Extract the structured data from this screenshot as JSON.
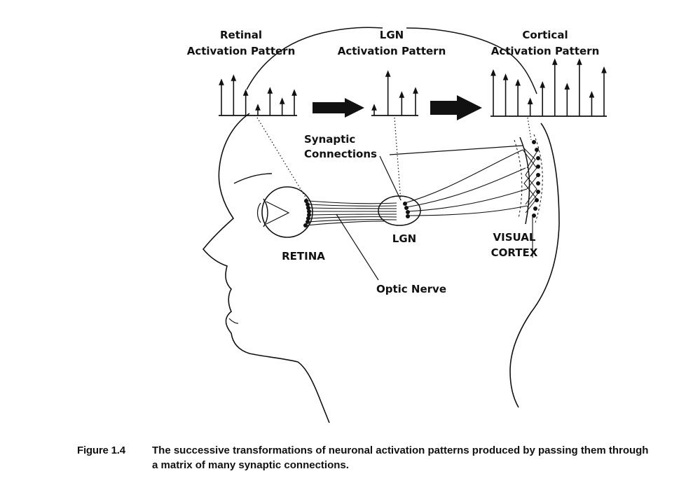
{
  "labels": {
    "retinal_line1": "Retinal",
    "retinal_line2": "Activation  Pattern",
    "lgn_pattern_line1": "LGN",
    "lgn_pattern_line2": "Activation  Pattern",
    "cortical_line1": "Cortical",
    "cortical_line2": "Activation  Pattern",
    "synaptic_line1": "Synaptic",
    "synaptic_line2": "Connections",
    "retina": "RETINA",
    "lgn": "LGN",
    "visual_cortex_line1": "VISUAL",
    "visual_cortex_line2": "CORTEX",
    "optic_nerve": "Optic  Nerve"
  },
  "patterns": {
    "retinal": [
      0.8,
      0.9,
      0.55,
      0.2,
      0.6,
      0.35,
      0.55
    ],
    "lgn": [
      0.2,
      1.0,
      0.5,
      0.6
    ],
    "cortical": [
      0.8,
      0.72,
      0.62,
      0.28,
      0.58,
      1.0,
      0.55,
      1.0,
      0.4,
      0.85
    ]
  },
  "caption": {
    "figure_label": "Figure 1.4",
    "text": "The successive transformations of neuronal activation patterns produced by passing them through a matrix of many synaptic connections."
  }
}
